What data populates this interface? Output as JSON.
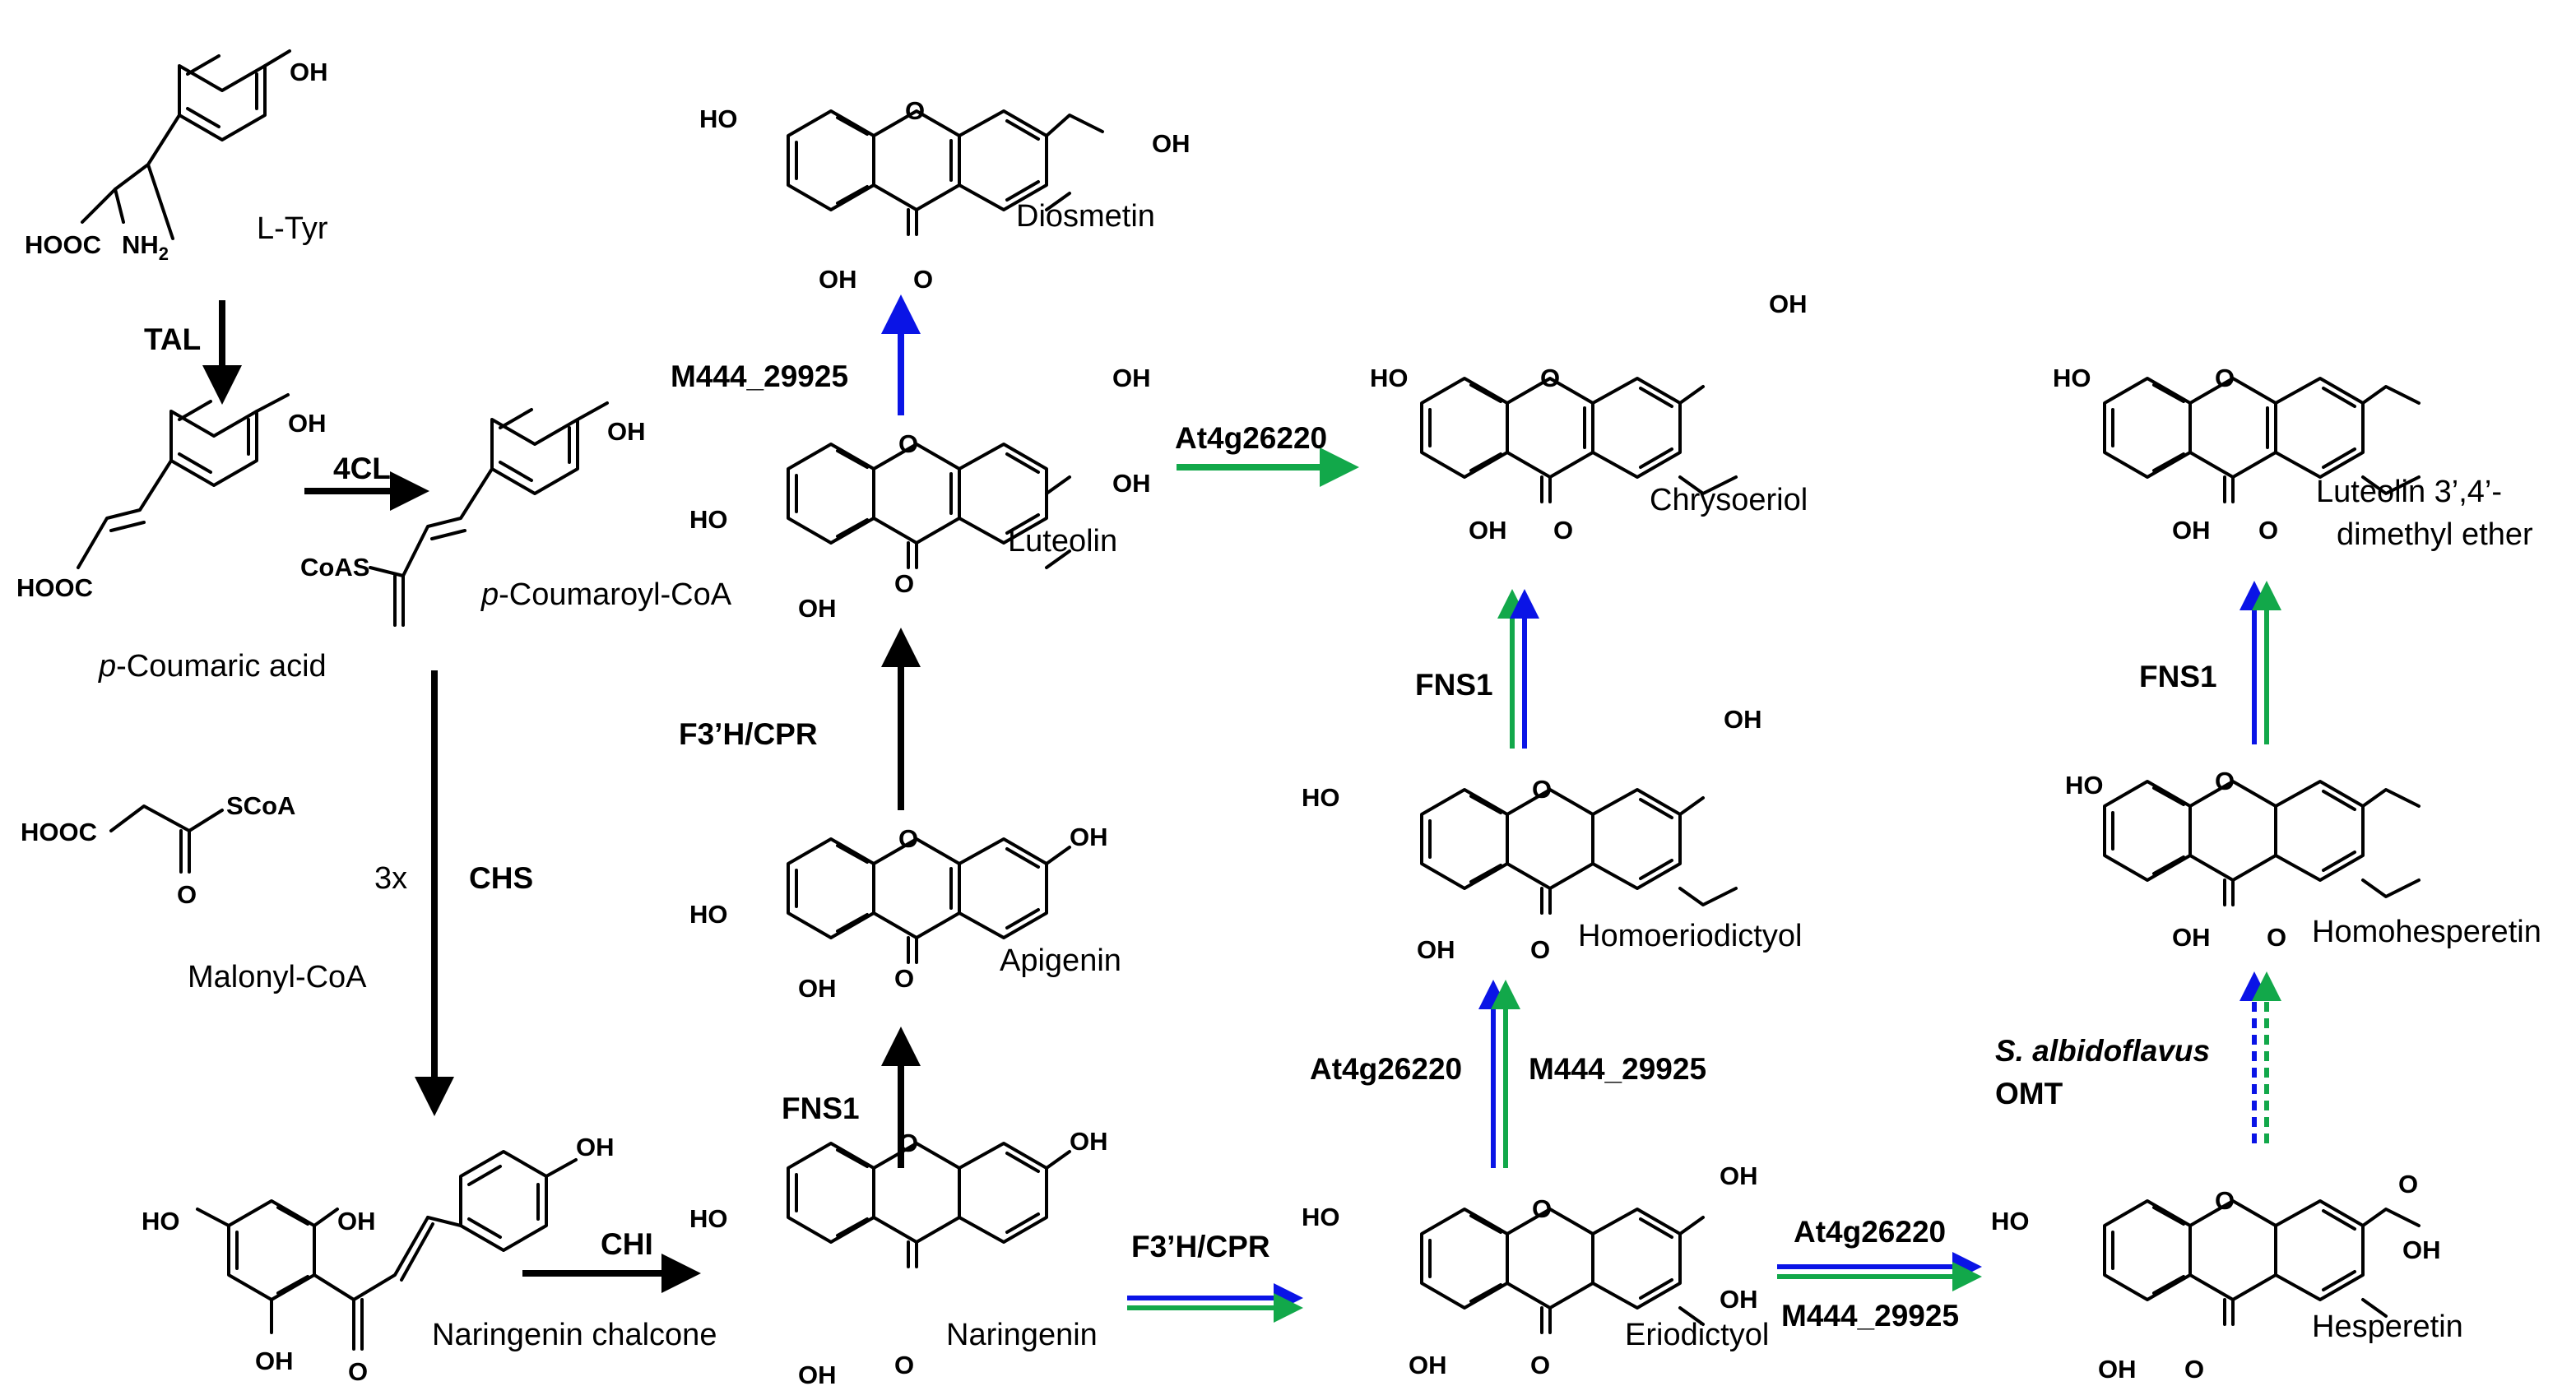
{
  "compounds": {
    "ltyr": "L-Tyr",
    "coumaric_italic": "p",
    "coumaric_rest": "-Coumaric acid",
    "coumaroyl_italic": "p",
    "coumaroyl_rest": "-Coumaroyl-CoA",
    "malonyl": "Malonyl-CoA",
    "chalcone": "Naringenin chalcone",
    "naringenin": "Naringenin",
    "apigenin": "Apigenin",
    "luteolin": "Luteolin",
    "diosmetin": "Diosmetin",
    "eriodictyol": "Eriodictyol",
    "homoeriodictyol": "Homoeriodictyol",
    "chrysoeriol": "Chrysoeriol",
    "hesperetin": "Hesperetin",
    "homohesperetin": "Homohesperetin",
    "lde_line1": "Luteolin 3’,4’-",
    "lde_line2": "dimethyl ether"
  },
  "enzymes": {
    "tal": "TAL",
    "cl4": "4CL",
    "chs": "CHS",
    "chs_mult": "3x",
    "chi": "CHI",
    "fns1_a": "FNS1",
    "f3h_a": "F3’H/CPR",
    "m444_a": "M444_29925",
    "at4g_a": "At4g26220",
    "f3h_b": "F3’H/CPR",
    "at4g_b": "At4g26220",
    "m444_b": "M444_29925",
    "fns1_b": "FNS1",
    "at4g_c": "At4g26220",
    "m444_c": "M444_29925",
    "omt_species": "S. albidoflavus",
    "omt": "OMT",
    "fns1_c": "FNS1"
  },
  "atoms": {
    "oh": "OH",
    "ho": "HO",
    "o": "O",
    "hooc": "HOOC",
    "coas": "CoAS",
    "scoa": "SCoA",
    "nh": "NH",
    "two": "2"
  },
  "colors": {
    "black": "#000000",
    "blue": "#0a14e6",
    "green": "#12a84a"
  }
}
